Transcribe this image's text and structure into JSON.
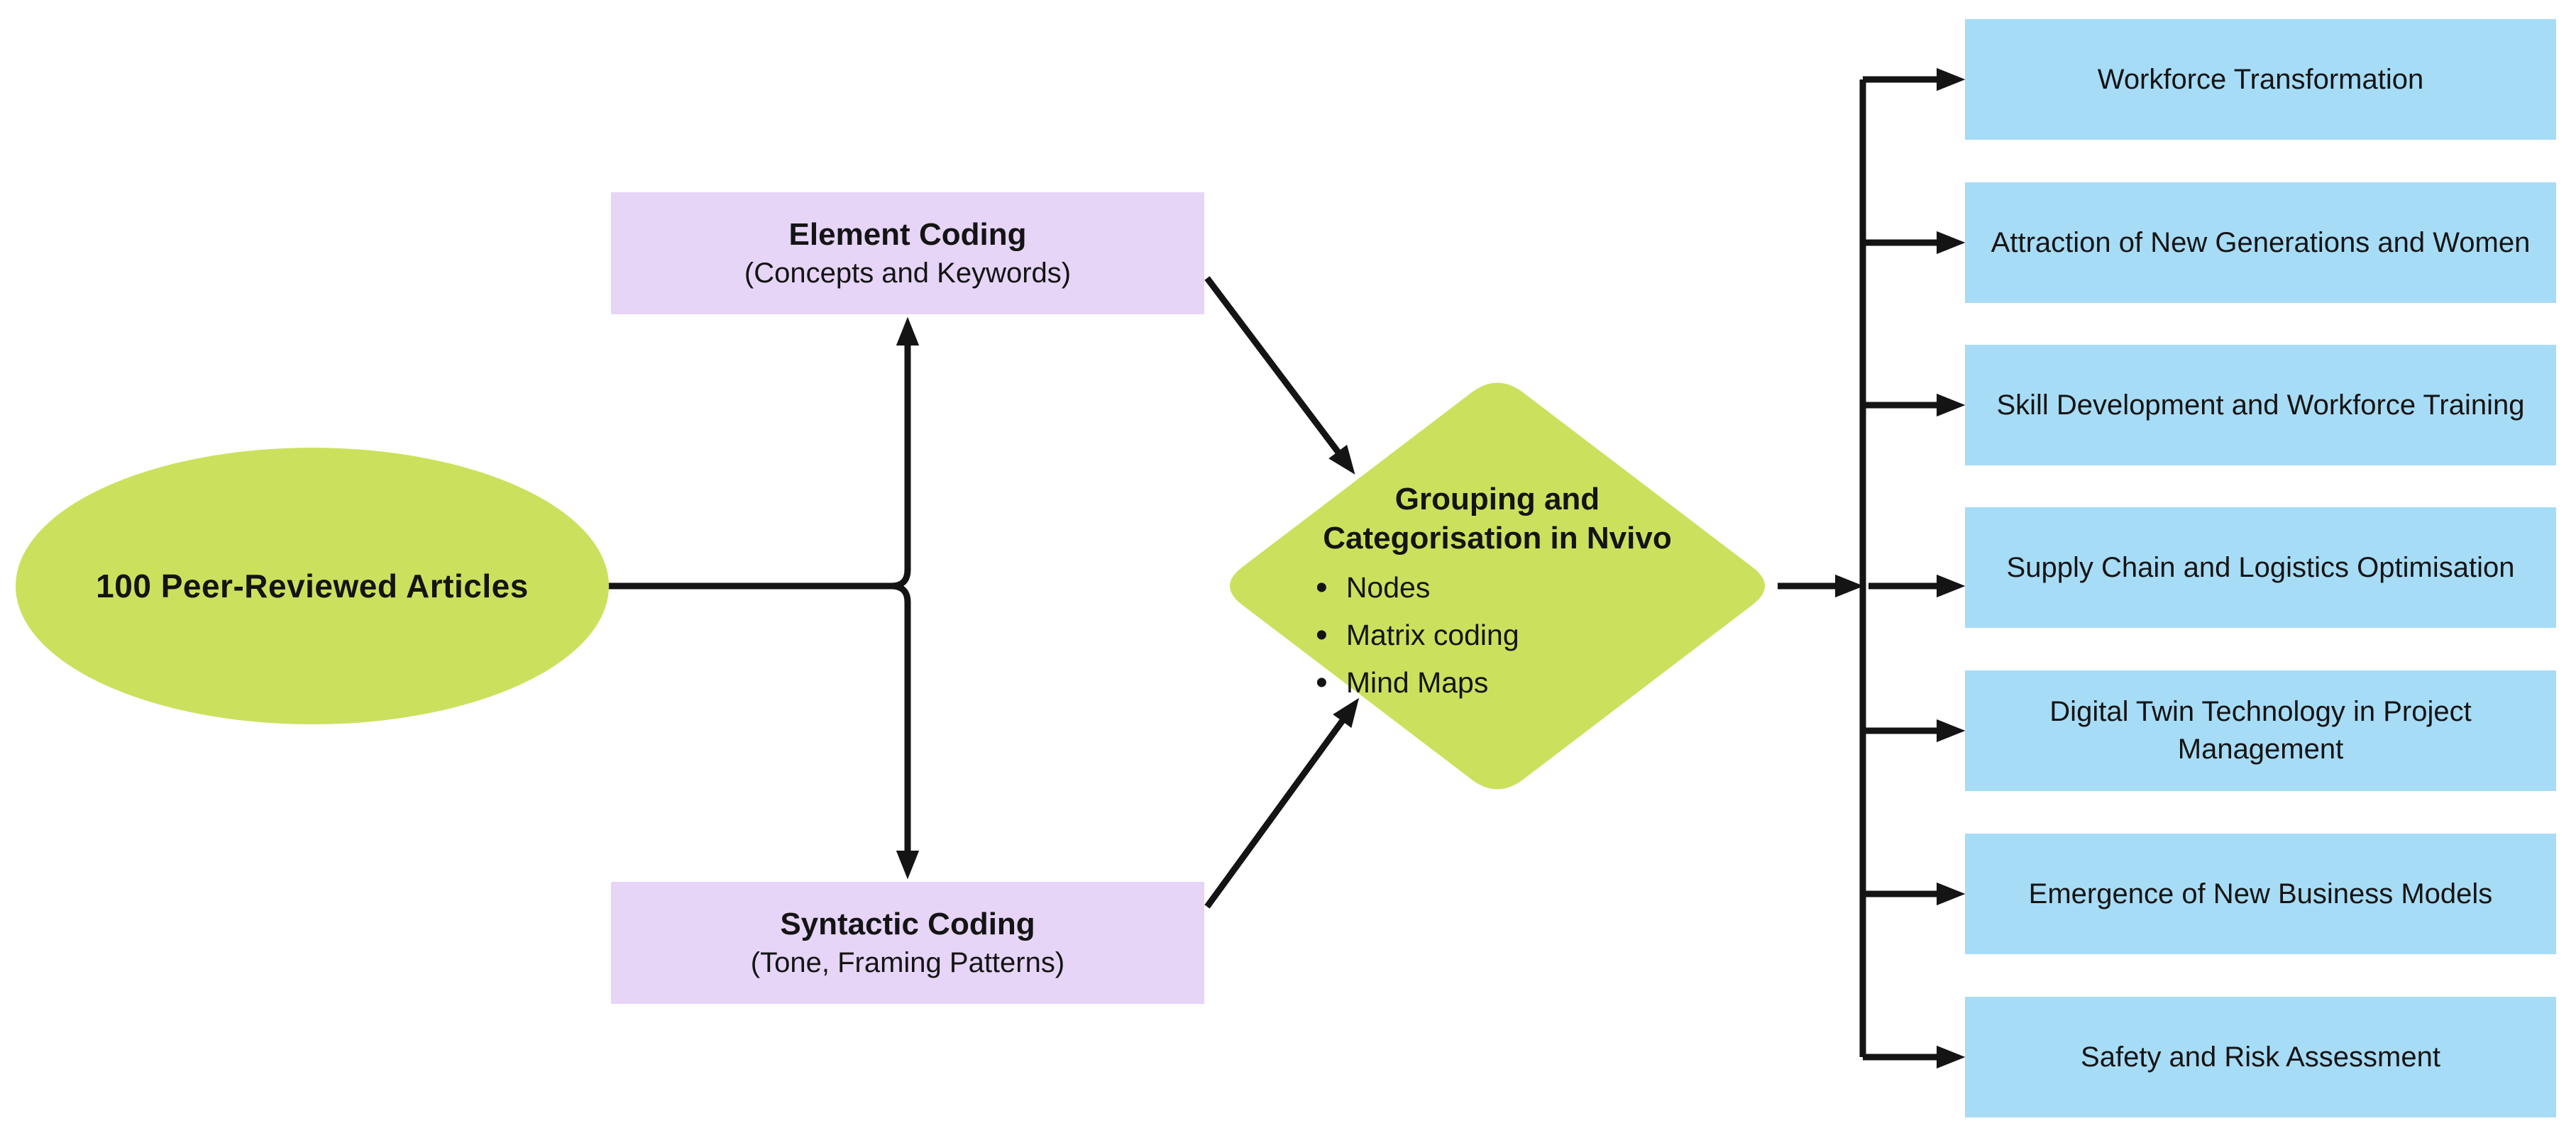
{
  "nodes": {
    "source": {
      "label": "100 Peer-Reviewed Articles"
    },
    "element_coding": {
      "title": "Element Coding",
      "subtitle": "(Concepts and Keywords)"
    },
    "syntactic_coding": {
      "title": "Syntactic Coding",
      "subtitle": "(Tone, Framing Patterns)"
    },
    "grouping": {
      "title_line1": "Grouping and",
      "title_line2": "Categorisation in Nvivo",
      "bullets": [
        "Nodes",
        "Matrix coding",
        "Mind Maps"
      ]
    },
    "themes": [
      "Workforce Transformation",
      "Attraction of New Generations and Women",
      "Skill Development and Workforce Training",
      "Supply Chain and Logistics Optimisation",
      "Digital Twin Technology in Project Management",
      "Emergence of New Business Models",
      "Safety and Risk Assessment"
    ]
  },
  "colors": {
    "green": "#cbe15e",
    "purple": "#e6d5f7",
    "blue": "#a7dcf6",
    "line": "#141414"
  }
}
